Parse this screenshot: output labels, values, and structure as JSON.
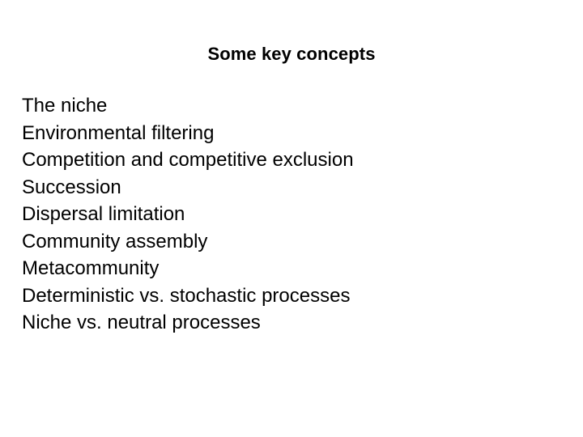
{
  "slide": {
    "title": "Some key concepts",
    "background_color": "#ffffff",
    "text_color": "#000000",
    "concepts": [
      {
        "label": "The niche"
      },
      {
        "label": "Environmental filtering"
      },
      {
        "label": "Competition and competitive exclusion"
      },
      {
        "label": "Succession"
      },
      {
        "label": "Dispersal limitation"
      },
      {
        "label": "Community assembly"
      },
      {
        "label": "Metacommunity"
      },
      {
        "label": "Deterministic vs. stochastic processes"
      },
      {
        "label": "Niche vs. neutral processes"
      }
    ]
  }
}
